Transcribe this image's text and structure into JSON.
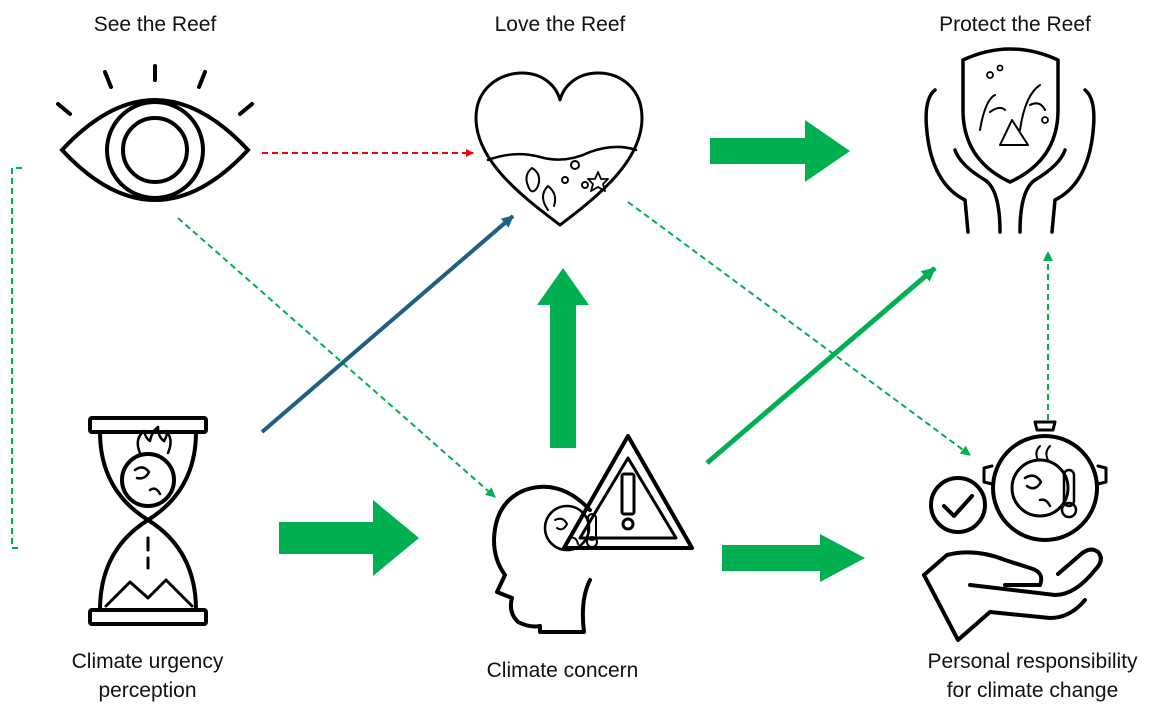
{
  "nodes": {
    "see": {
      "label": "See the Reef",
      "icon": "eye-icon"
    },
    "love": {
      "label": "Love the Reef",
      "icon": "heart-reef-icon"
    },
    "protect": {
      "label": "Protect the Reef",
      "icon": "hands-holding-reef-shield-icon"
    },
    "urgency": {
      "line1": "Climate urgency",
      "line2": "perception",
      "icon": "hourglass-burning-earth-icon"
    },
    "concern": {
      "label": "Climate concern",
      "icon": "head-warning-triangle-icon"
    },
    "responsibility": {
      "line1": "Personal responsibility",
      "line2": "for climate change",
      "icon": "hand-gear-thermometer-icon"
    }
  },
  "colors": {
    "solid_green": "#00b050",
    "dashed_green": "#00b050",
    "dashed_red": "#ff0000",
    "dark_blue": "#1f5f80",
    "outline": "#000000"
  },
  "edges": [
    {
      "from": "see",
      "to": "love",
      "style": "dashed",
      "color": "red"
    },
    {
      "from": "see",
      "to": "concern",
      "style": "dashed",
      "color": "green"
    },
    {
      "from": "see",
      "to": "urgency",
      "style": "dashed-bracket",
      "color": "green"
    },
    {
      "from": "love",
      "to": "protect",
      "style": "thick",
      "color": "green"
    },
    {
      "from": "love",
      "to": "responsibility",
      "style": "dashed",
      "color": "green"
    },
    {
      "from": "urgency",
      "to": "love",
      "style": "solid",
      "color": "dark-blue"
    },
    {
      "from": "urgency",
      "to": "concern",
      "style": "thick",
      "color": "green"
    },
    {
      "from": "concern",
      "to": "love",
      "style": "thick",
      "color": "green"
    },
    {
      "from": "concern",
      "to": "protect",
      "style": "solid",
      "color": "green"
    },
    {
      "from": "concern",
      "to": "responsibility",
      "style": "thick",
      "color": "green"
    },
    {
      "from": "responsibility",
      "to": "protect",
      "style": "dashed",
      "color": "green"
    }
  ]
}
